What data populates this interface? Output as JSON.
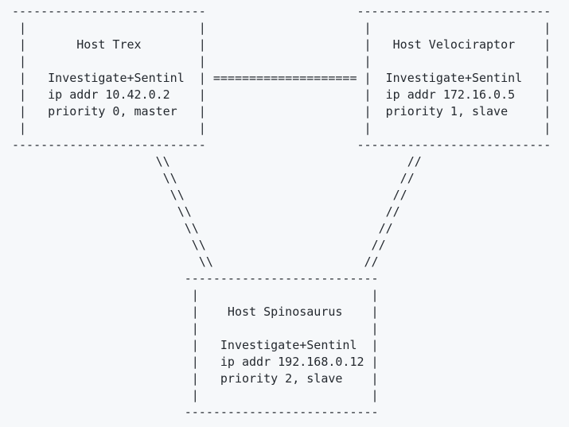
{
  "canvas": {
    "background_color": "#f6f8fa",
    "text_color": "#24292f"
  },
  "diagram": {
    "type": "ascii-network-topology",
    "hosts": [
      {
        "name": "Host Trex",
        "service": "Investigate+Sentinl",
        "ip_line": "ip addr 10.42.0.2",
        "priority_line": "priority 0, master",
        "position": "top-left"
      },
      {
        "name": "Host Velociraptor",
        "service": "Investigate+Sentinl",
        "ip_line": "ip addr 172.16.0.5",
        "priority_line": "priority 1, slave",
        "position": "top-right"
      },
      {
        "name": "Host Spinosaurus",
        "service": "Investigate+Sentinl",
        "ip_line": "ip addr 192.168.0.12",
        "priority_line": "priority 2, slave",
        "position": "bottom-center"
      }
    ],
    "links": [
      {
        "from": "Host Trex",
        "to": "Host Velociraptor",
        "style": "===================="
      },
      {
        "from": "Host Trex",
        "to": "Host Spinosaurus",
        "style": "\\\\"
      },
      {
        "from": "Host Velociraptor",
        "to": "Host Spinosaurus",
        "style": "//"
      }
    ]
  },
  "ascii_art": {
    "lines": [
      "---------------------------                     ---------------------------",
      " |                        |                      |                        |",
      " |       Host Trex        |                      |   Host Velociraptor    |",
      " |                        |                      |                        |",
      " |   Investigate+Sentinl  | ==================== |  Investigate+Sentinl   |",
      " |   ip addr 10.42.0.2    |                      |  ip addr 172.16.0.5    |",
      " |   priority 0, master   |                      |  priority 1, slave     |",
      " |                        |                      |                        |",
      "---------------------------                     ---------------------------",
      "                    \\\\                                 //",
      "                     \\\\                               //",
      "                      \\\\                             //",
      "                       \\\\                           //",
      "                        \\\\                         //",
      "                         \\\\                       //",
      "                          \\\\                     //",
      "                        ---------------------------",
      "                         |                        |",
      "                         |    Host Spinosaurus    |",
      "                         |                        |",
      "                         |   Investigate+Sentinl  |",
      "                         |   ip addr 192.168.0.12 |",
      "                         |   priority 2, slave    |",
      "                         |                        |",
      "                        ---------------------------"
    ]
  }
}
